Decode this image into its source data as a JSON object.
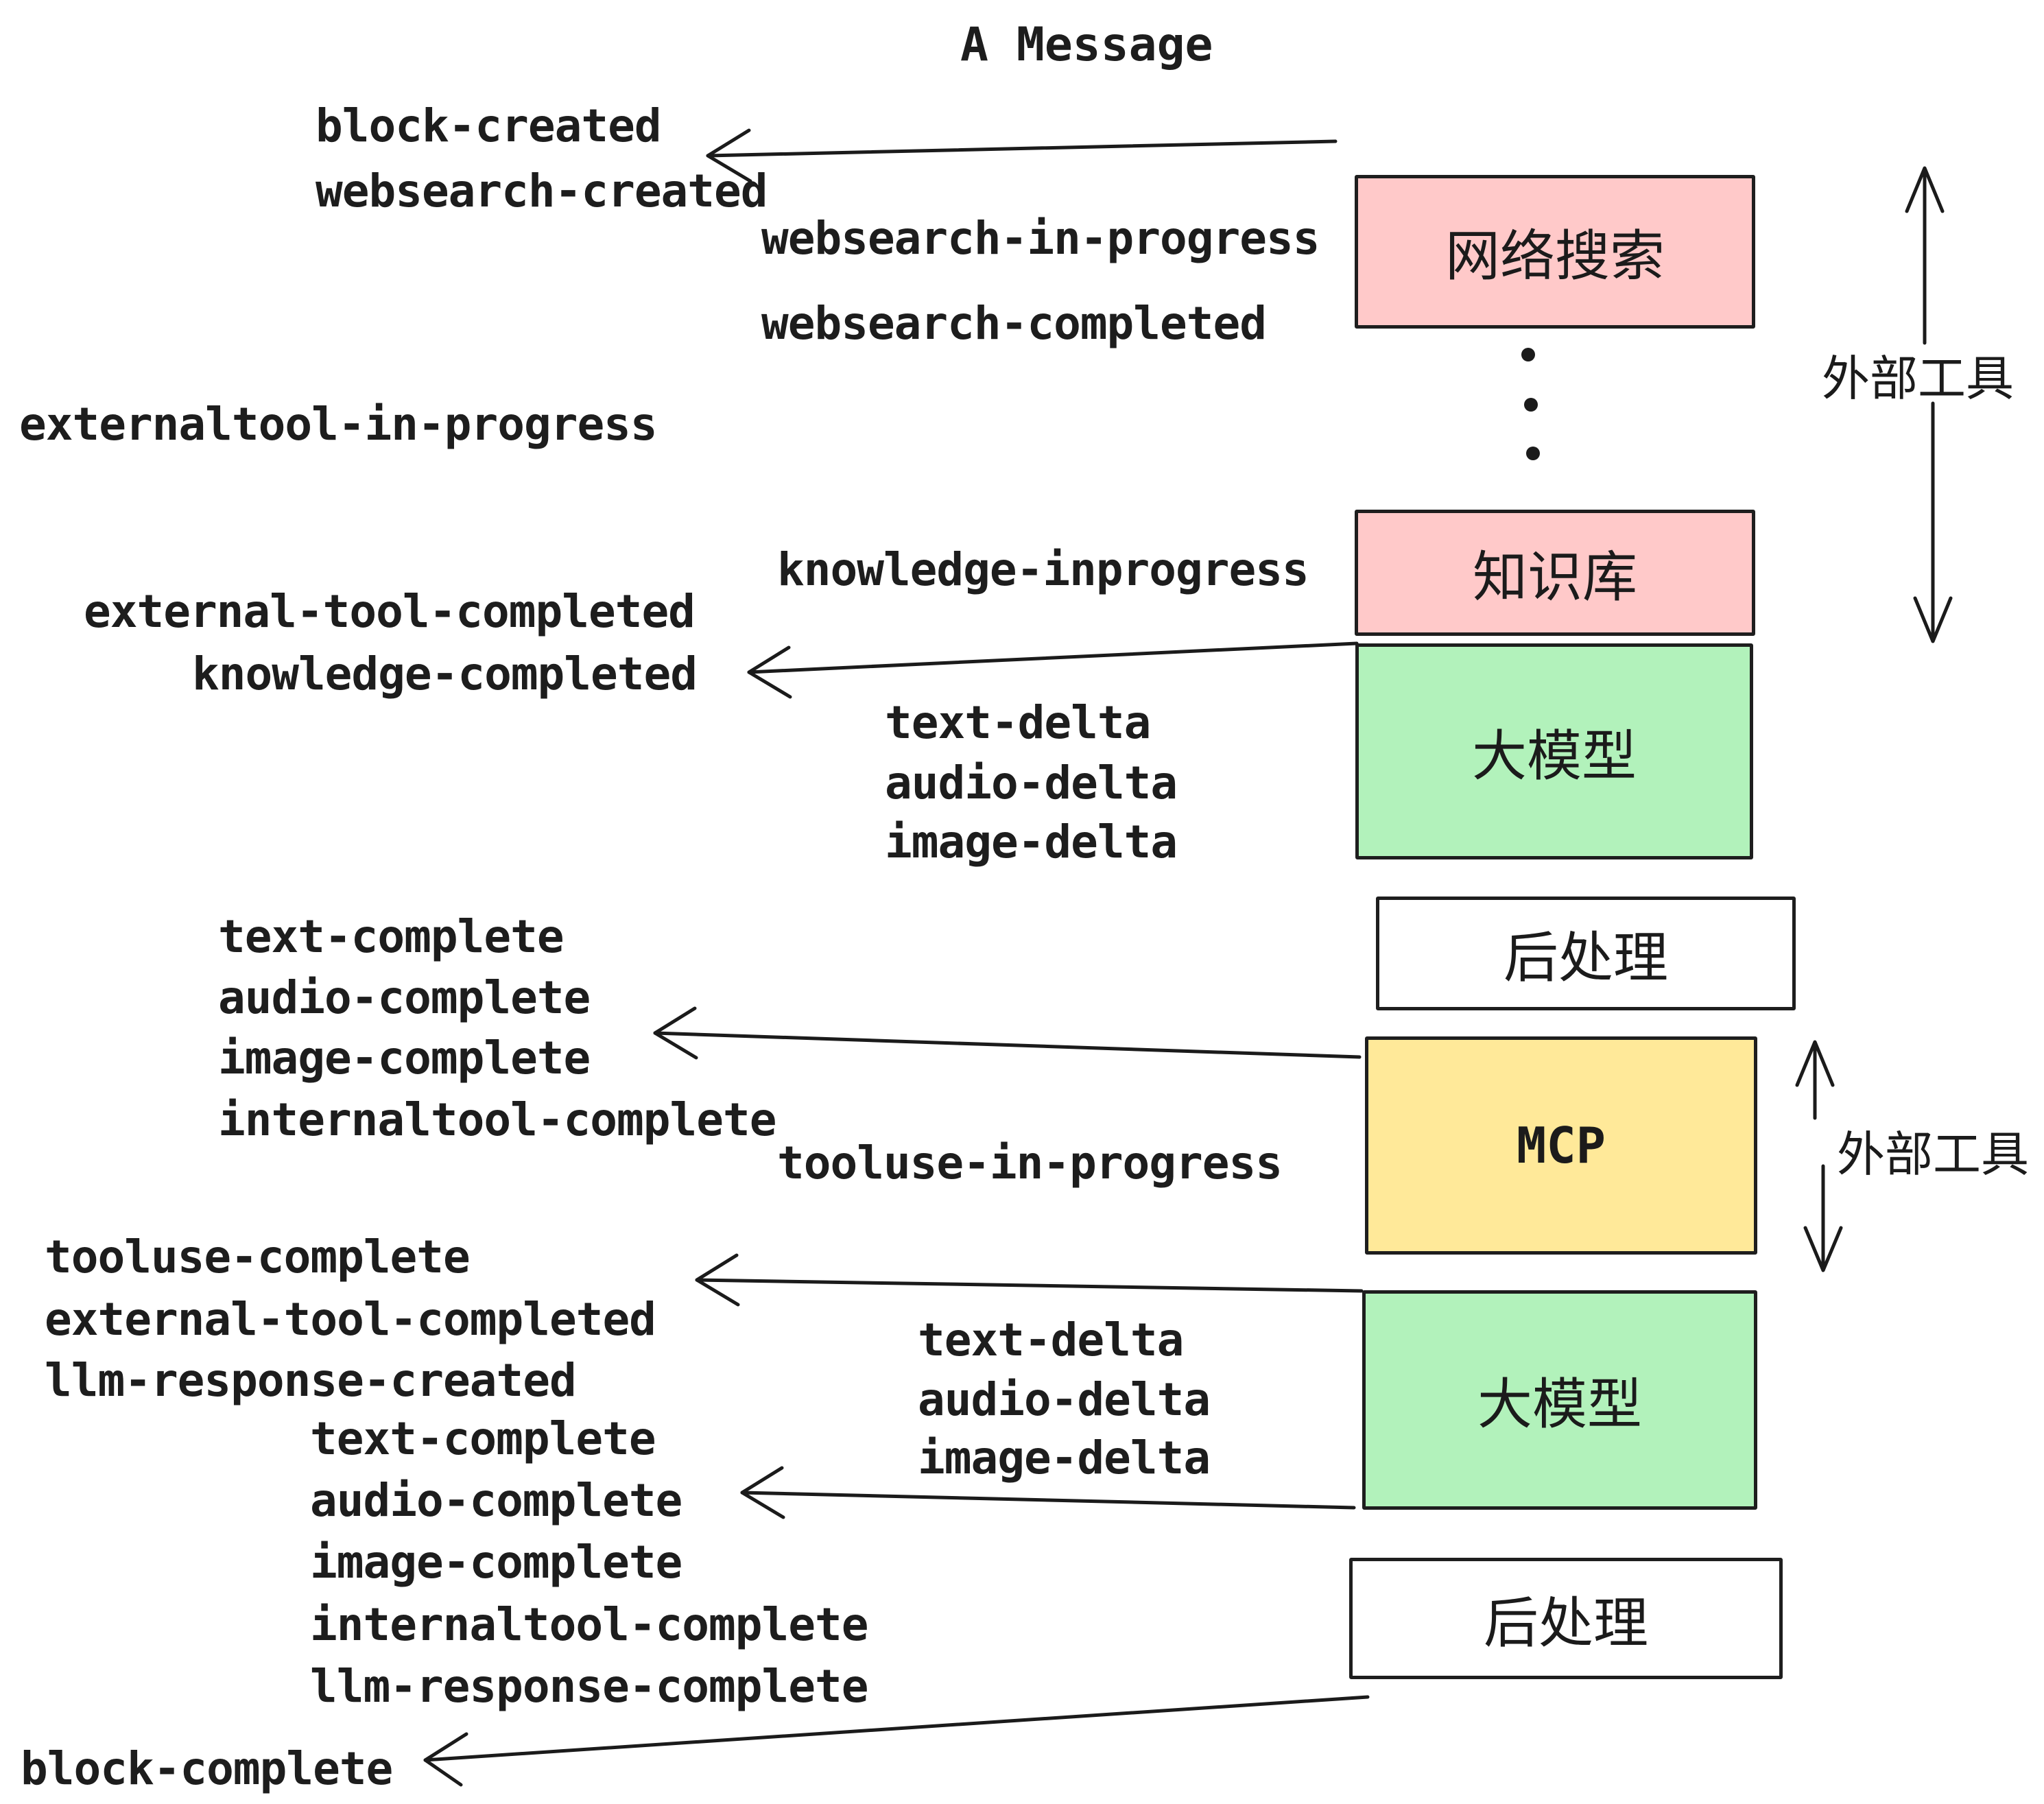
{
  "title": "A Message",
  "colors": {
    "box_pink": "#ffc9c9",
    "box_green": "#b2f2bb",
    "box_yellow": "#ffe999",
    "box_white": "#ffffff",
    "stroke": "#1e1e1e",
    "text": "#1d1d1d",
    "background": "#ffffff"
  },
  "events": [
    {
      "label": "block-created"
    },
    {
      "label": "websearch-created"
    },
    {
      "label": "websearch-in-progress"
    },
    {
      "label": "websearch-completed"
    },
    {
      "label": "externaltool-in-progress"
    },
    {
      "label": "knowledge-inprogress"
    },
    {
      "label": "external-tool-completed"
    },
    {
      "label": "knowledge-completed"
    },
    {
      "label": "text-delta"
    },
    {
      "label": "audio-delta"
    },
    {
      "label": "image-delta"
    },
    {
      "label": "text-complete"
    },
    {
      "label": "audio-complete"
    },
    {
      "label": "image-complete"
    },
    {
      "label": "internaltool-complete"
    },
    {
      "label": "tooluse-in-progress"
    },
    {
      "label": "tooluse-complete"
    },
    {
      "label": "external-tool-completed"
    },
    {
      "label": "llm-response-created"
    },
    {
      "label": "text-complete"
    },
    {
      "label": "audio-complete"
    },
    {
      "label": "image-complete"
    },
    {
      "label": "internaltool-complete"
    },
    {
      "label": "llm-response-complete"
    },
    {
      "label": "text-delta"
    },
    {
      "label": "audio-delta"
    },
    {
      "label": "image-delta"
    },
    {
      "label": "block-complete"
    }
  ],
  "boxes": [
    {
      "label": "网络搜索",
      "color_key": "pink"
    },
    {
      "label": "知识库",
      "color_key": "pink"
    },
    {
      "label": "大模型",
      "color_key": "green"
    },
    {
      "label": "后处理",
      "color_key": "white"
    },
    {
      "label": "MCP",
      "color_key": "yellow"
    },
    {
      "label": "大模型",
      "color_key": "green"
    },
    {
      "label": "后处理",
      "color_key": "white"
    }
  ],
  "annotations": [
    {
      "label": "外部工具"
    },
    {
      "label": "外部工具"
    }
  ]
}
